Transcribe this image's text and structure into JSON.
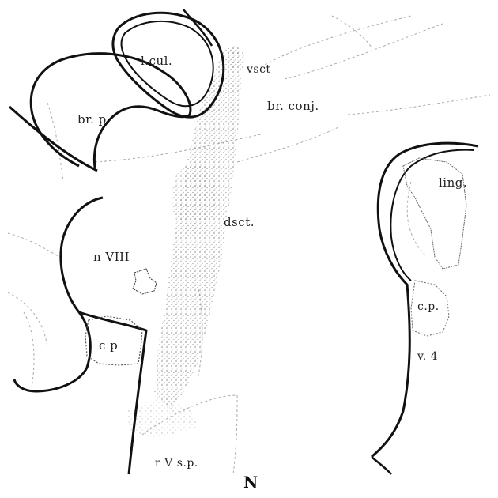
{
  "figure": {
    "number": "N",
    "labels": {
      "l_cul": "l.cul.",
      "vsct": "vsct",
      "br_p": "br. p.",
      "br_conj": "br. conj.",
      "ling": "ling.",
      "dsct": "dsct.",
      "n_viii": "n VIII",
      "cp_left": "c p",
      "cp_right": "c.p.",
      "v4": "v. 4",
      "rv_sp": "r V s.p."
    }
  }
}
